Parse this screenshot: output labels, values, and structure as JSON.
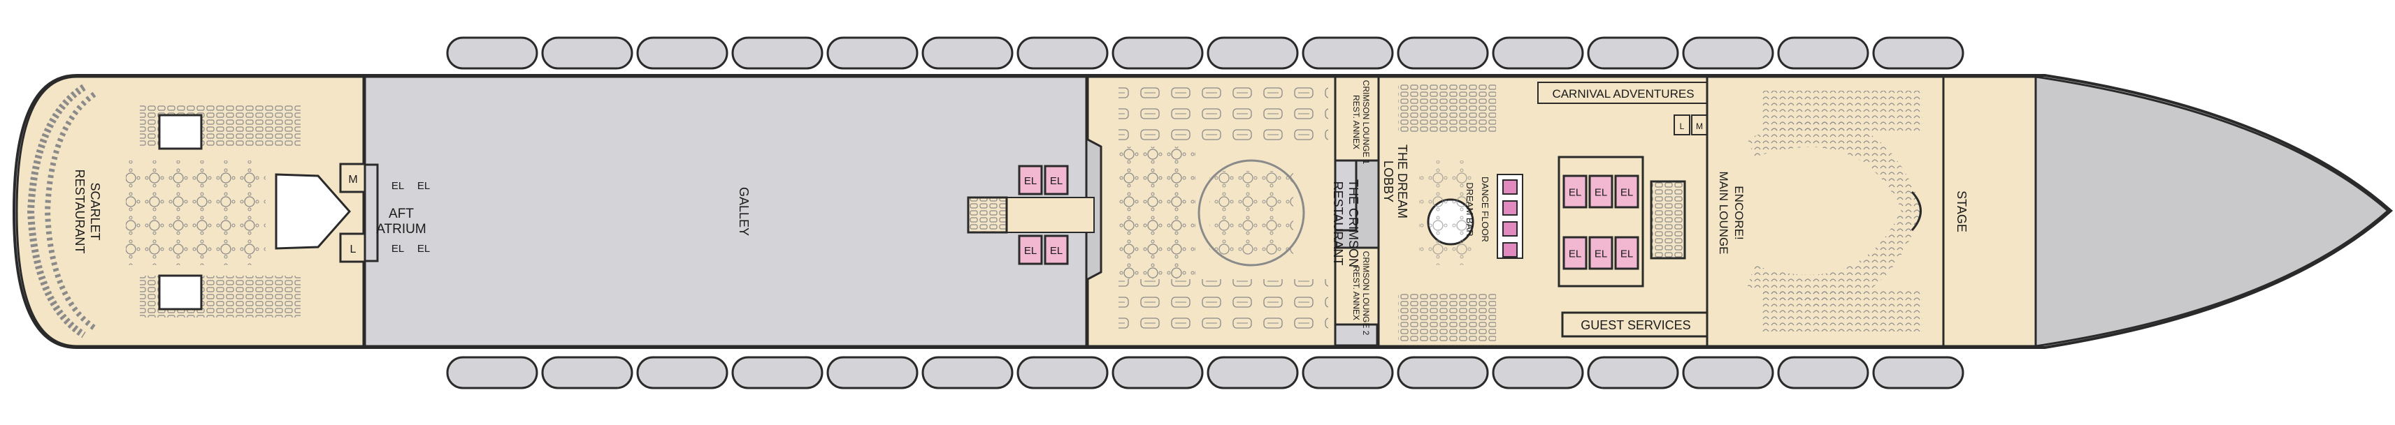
{
  "deck": {
    "colors": {
      "public": "#f3e5c6",
      "crew": "#d4d4d8",
      "hull": "#c9c9cc",
      "elevator": "#f2b8d2",
      "outline": "#2a2a2a",
      "furniture": "#8a8a8a"
    },
    "labels": {
      "scarlet_restaurant_line1": "SCARLET",
      "scarlet_restaurant_line2": "RESTAURANT",
      "aft_atrium_line1": "AFT",
      "aft_atrium_line2": "ATRIUM",
      "galley": "GALLEY",
      "crimson_restaurant_line1": "THE CRIMSON",
      "crimson_restaurant_line2": "RESTAURANT",
      "crimson_lounge_1": "CRIMSON LOUNGE 1",
      "rest_annex": "REST. ANNEX",
      "crimson_lounge_2": "CRIMSON LOUNGE 2",
      "rest_annex_2": "REST. ANNEX",
      "dream_lobby_line1": "THE DREAM",
      "dream_lobby_line2": "LOBBY",
      "dance_floor": "DANCE FLOOR",
      "dream_bar": "DREAM BAR",
      "carnival_adventures": "CARNIVAL ADVENTURES",
      "guest_services": "GUEST SERVICES",
      "encore_line1": "ENCORE!",
      "encore_line2": "MAIN LOUNGE",
      "stage": "STAGE",
      "elevator": "EL",
      "men": "M",
      "ladies": "L",
      "women_small": "L",
      "men_small": "M"
    },
    "lifeboat_count_per_side": 16
  }
}
